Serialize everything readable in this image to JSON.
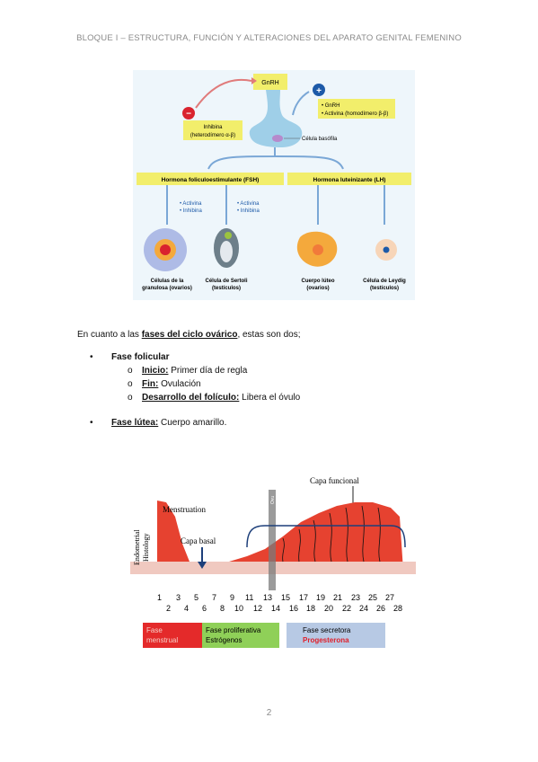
{
  "header": "BLOQUE I – ESTRUCTURA, FUNCIÓN Y ALTERACIONES DEL APARATO GENITAL FEMENINO",
  "diagram1": {
    "gnrh": "GnRH",
    "minus": "−",
    "plus": "+",
    "inhibina_1": "Inhibina",
    "inhibina_2": "(heterodímero α-β)",
    "plus_box_1": "• GnRH",
    "plus_box_2": "• Activina (homodímero β-β)",
    "celula_basofila": "Célula basófila",
    "fsh": "Hormona foliculoestimulante (FSH)",
    "lh": "Hormona luteinizante (LH)",
    "act_inh_1a": "• Activina",
    "act_inh_1b": "• Inhibina",
    "act_inh_2a": "• Activina",
    "act_inh_2b": "• Inhibina",
    "cell1_1": "Células de la",
    "cell1_2": "granulosa (ovarios)",
    "cell2_1": "Célula de Sertoli",
    "cell2_2": "(testículos)",
    "cell3_1": "Cuerpo lúteo",
    "cell3_2": "(ovarios)",
    "cell4_1": "Célula de Leydig",
    "cell4_2": "(testículos)"
  },
  "intro": {
    "pre": "En cuanto a las ",
    "bold": "fases del ciclo ovárico",
    "post": ", estas son dos;"
  },
  "phases": {
    "folicular": "Fase folicular",
    "items": [
      {
        "label": "Inicio:",
        "text": " Primer día de regla"
      },
      {
        "label": "Fin:",
        "text": " Ovulación"
      },
      {
        "label": "Desarrollo del folículo:",
        "text": " Libera el óvulo"
      }
    ],
    "lutea_label": "Fase lútea:",
    "lutea_text": " Cuerpo amarillo."
  },
  "diagram2": {
    "capa_funcional": "Capa funcional",
    "menstruation": "Menstruation",
    "capa_basal": "Capa basal",
    "ylabel_1": "Endometrial",
    "ylabel_2": "Histology",
    "ovu": "Ovu",
    "days_top": [
      "1",
      "3",
      "5",
      "7",
      "9",
      "11",
      "13",
      "15",
      "17",
      "19",
      "21",
      "23",
      "25",
      "27"
    ],
    "days_bottom": [
      "2",
      "4",
      "6",
      "8",
      "10",
      "12",
      "14",
      "16",
      "18",
      "20",
      "22",
      "24",
      "26",
      "28"
    ],
    "box1_1": "Fase",
    "box1_2": "menstrual",
    "box2_1": "Fase proliferativa",
    "box2_2": "Estrógenos",
    "box3_1": "Fase secretora",
    "box3_2": "Progesterona"
  },
  "page_number": "2"
}
